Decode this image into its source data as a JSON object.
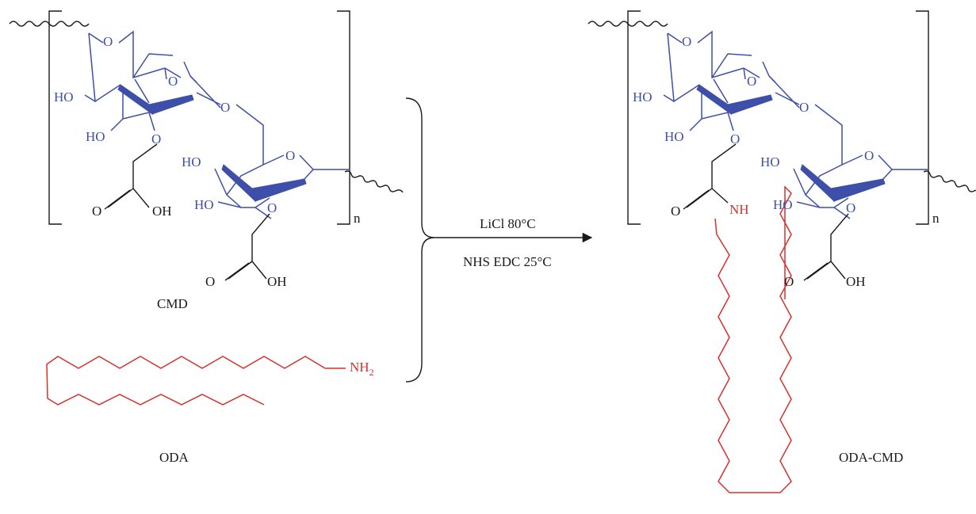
{
  "labels": {
    "cmd": "CMD",
    "oda": "ODA",
    "product": "ODA-CMD",
    "repeat_left": "n",
    "repeat_right": "n",
    "condition_1": "LiCl 80°C",
    "condition_2": "NHS EDC 25°C"
  },
  "atoms": {
    "o": "O",
    "ho": "HO",
    "oh": "OH",
    "nh": "NH",
    "nh2_main": "NH",
    "nh2_sub": "2"
  },
  "colors": {
    "dextran": "#3d4fa8",
    "oda": "#d6322e",
    "carboxyl": "#1a1a1a"
  }
}
